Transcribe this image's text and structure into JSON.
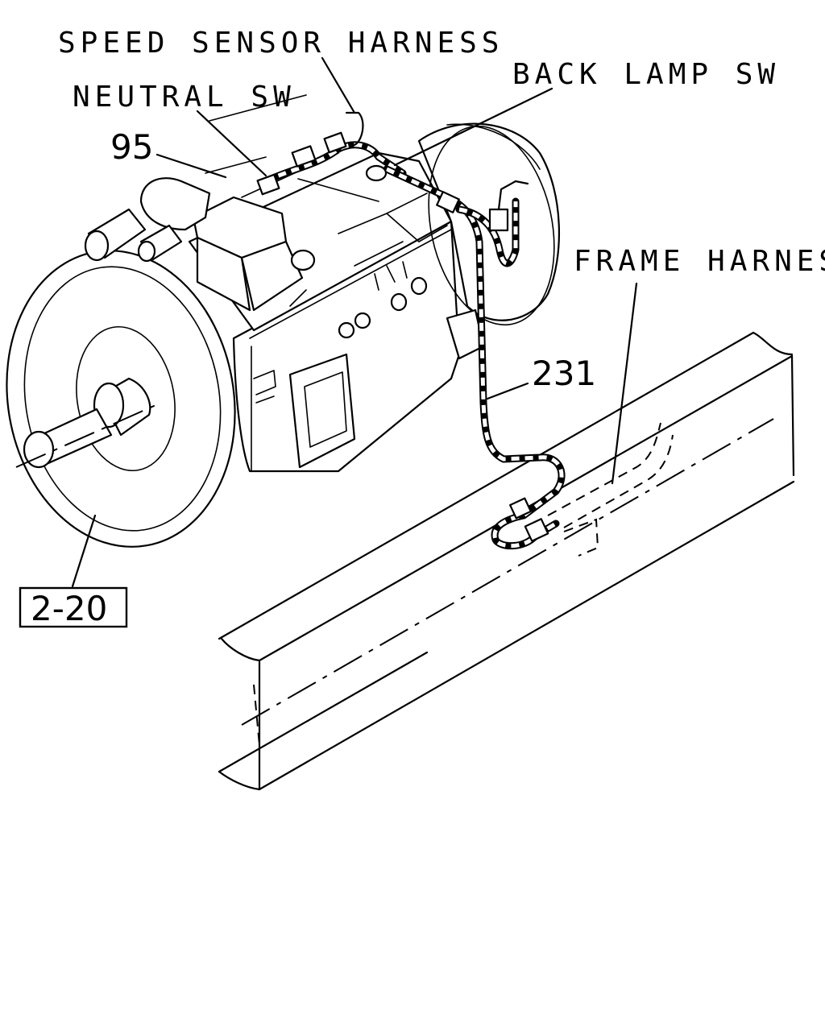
{
  "labels": {
    "speed_sensor_harness": "SPEED SENSOR HARNESS",
    "back_lamp_sw": "BACK LAMP SW",
    "neutral_sw": "NEUTRAL SW",
    "frame_harness": "FRAME HARNESS"
  },
  "part_numbers": {
    "p95": "95",
    "p231": "231"
  },
  "reference_box": {
    "text": "2-20"
  }
}
